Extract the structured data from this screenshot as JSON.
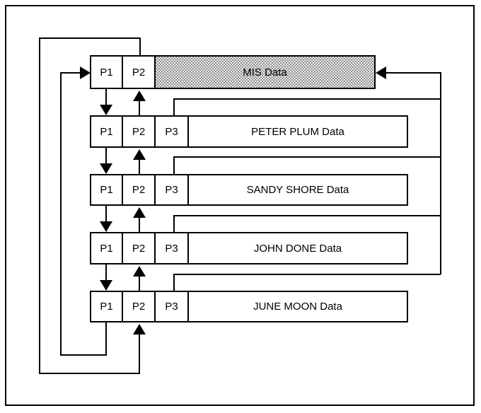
{
  "diagram": {
    "kind": "circular-doubly-linked-list",
    "nodes": [
      {
        "cells": [
          "P1",
          "P2"
        ],
        "label": "MIS Data",
        "filled": true
      },
      {
        "cells": [
          "P1",
          "P2",
          "P3"
        ],
        "label": "PETER PLUM Data",
        "filled": false
      },
      {
        "cells": [
          "P1",
          "P2",
          "P3"
        ],
        "label": "SANDY SHORE Data",
        "filled": false
      },
      {
        "cells": [
          "P1",
          "P2",
          "P3"
        ],
        "label": "JOHN DONE Data",
        "filled": false
      },
      {
        "cells": [
          "P1",
          "P2",
          "P3"
        ],
        "label": "JUNE MOON Data",
        "filled": false
      }
    ],
    "colors": {
      "line": "#000000",
      "background": "#ffffff",
      "head_fill_base": "#ededed",
      "head_fill_dot": "#808080"
    }
  }
}
